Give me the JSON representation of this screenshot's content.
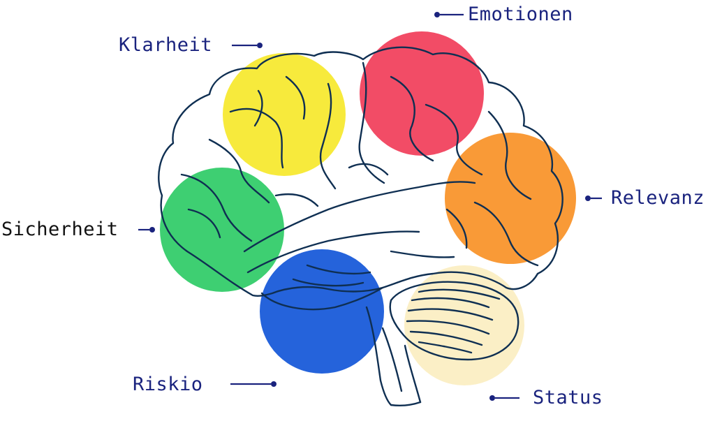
{
  "regions": [
    {
      "key": "klarheit",
      "label": "Klarheit",
      "color": "#f7ea3c"
    },
    {
      "key": "emotionen",
      "label": "Emotionen",
      "color": "#f24c66"
    },
    {
      "key": "relevanz",
      "label": "Relevanz",
      "color": "#f99a37"
    },
    {
      "key": "sicherheit",
      "label": "Sicherheit",
      "color": "#3ecf72"
    },
    {
      "key": "riskio",
      "label": "Riskio",
      "color": "#2563db"
    },
    {
      "key": "status",
      "label": "Status",
      "color": "#fbefc6"
    }
  ],
  "outline_color": "#0f2f52",
  "label_color": "#1a237e",
  "connector_color": "#1a237e"
}
